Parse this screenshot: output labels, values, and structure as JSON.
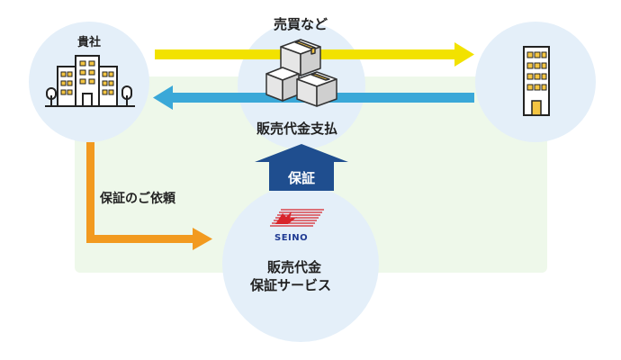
{
  "nodes": {
    "your_company": "貴社",
    "seino_service_line1": "販売代金",
    "seino_service_line2": "保証サービス"
  },
  "flows": {
    "trade": "売買など",
    "payment": "販売代金支払",
    "guarantee": "保証",
    "request": "保証のご依頼"
  },
  "logo": {
    "text": "SEINO"
  },
  "colors": {
    "yellow_arrow": "#f2e200",
    "blue_arrow": "#3aa8d8",
    "orange_arrow": "#f29a1f",
    "guarantee_arrow": "#1f4e8f",
    "circle_fill": "#e4eff9",
    "panel_fill": "#eef8ea",
    "logo_red": "#d8252b",
    "logo_blue": "#1f3a93"
  }
}
